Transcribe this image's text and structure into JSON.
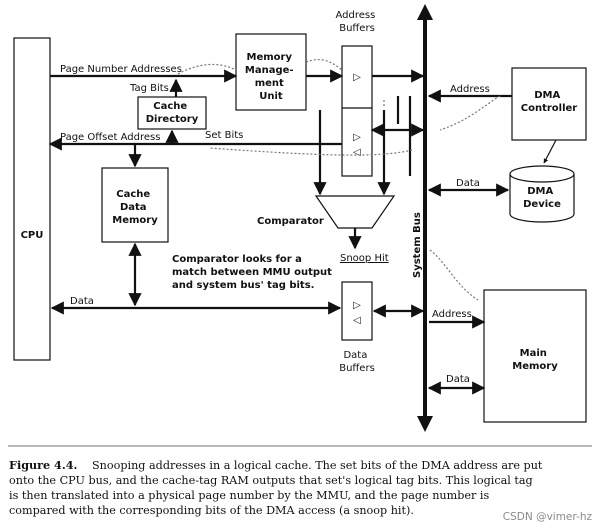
{
  "blocks": {
    "cpu": "CPU",
    "mmu": [
      "Memory",
      "Manage-",
      "ment",
      "Unit"
    ],
    "cache_directory": [
      "Cache",
      "Directory"
    ],
    "cache_data_memory": [
      "Cache",
      "Data",
      "Memory"
    ],
    "dma_controller": [
      "DMA",
      "Controller"
    ],
    "dma_device": [
      "DMA",
      "Device"
    ],
    "main_memory": [
      "Main",
      "Memory"
    ],
    "address_buffers": [
      "Address",
      "Buffers"
    ],
    "data_buffers": [
      "Data",
      "Buffers"
    ],
    "comparator": "Comparator",
    "system_bus": "System Bus"
  },
  "signals": {
    "page_number_addresses": "Page Number Addresses",
    "tag_bits": "Tag Bits",
    "page_offset_address": "Page Offset Address",
    "set_bits": "Set Bits",
    "data_cpu": "Data",
    "address_dma": "Address",
    "data_dma": "Data",
    "address_mem": "Address",
    "data_mem": "Data",
    "snoop_hit": "Snoop Hit"
  },
  "glyphs": {
    "right_triangle": "▷",
    "left_triangle": "◁"
  },
  "note": [
    "Comparator looks for a",
    "match between MMU output",
    "and system bus' tag bits."
  ],
  "caption": {
    "figure": "Figure 4.4.",
    "lines": [
      "Snooping addresses in a logical cache. The set bits of the DMA address are put",
      "onto the CPU bus, and the cache-tag RAM outputs that set's logical tag bits. This logical tag",
      "is then translated into a physical page number by the MMU, and the page number is",
      "compared with the corresponding bits of the DMA access (a snoop hit)."
    ]
  },
  "watermark": "CSDN @vimer-hz"
}
